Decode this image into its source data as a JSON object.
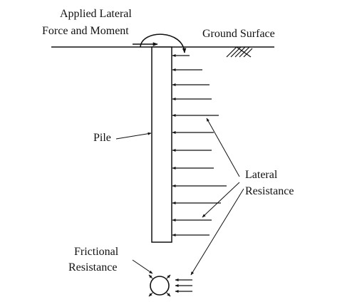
{
  "labels": {
    "applied_force_line1": "Applied Lateral",
    "applied_force_line2": "Force and Moment",
    "ground_surface": "Ground Surface",
    "pile": "Pile",
    "lateral_resistance_line1": "Lateral",
    "lateral_resistance_line2": "Resistance",
    "frictional_resistance_line1": "Frictional",
    "frictional_resistance_line2": "Resistance"
  },
  "colors": {
    "line": "#111111",
    "background": "#ffffff"
  },
  "lateral_resistance_arrow_count": 12,
  "icons": [
    "ground-hatch-icon",
    "moment-arrow-icon",
    "force-arrow-icon",
    "pile-cross-section-icon"
  ]
}
